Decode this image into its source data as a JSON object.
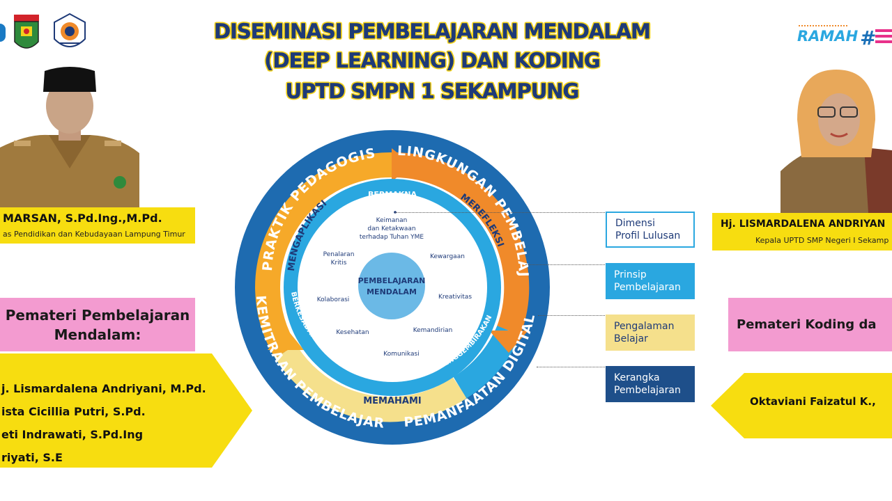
{
  "title": {
    "line1": "DISEMINASI PEMBELAJARAN MENDALAM",
    "line2": "(DEEP LEARNING) DAN KODING",
    "line3": "UPTD SMPN 1 SEKAMPUNG"
  },
  "logos": {
    "ramah": "RAMAH"
  },
  "left_person": {
    "name": "MARSAN, S.Pd.Ing.,M.Pd.",
    "role": "as Pendidikan dan Kebudayaan Lampung Timur"
  },
  "right_person": {
    "name": "Hj. LISMARDALENA ANDRIYAN",
    "role": "Kepala UPTD SMP Negeri I Sekamp"
  },
  "left_presenters": {
    "heading_line1": "Pemateri Pembelajaran",
    "heading_line2": "Mendalam:",
    "names": [
      "j. Lismardalena Andriyani, M.Pd.",
      "ista Cicillia Putri, S.Pd.",
      "eti Indrawati, S.Pd.Ing",
      "riyati, S.E"
    ]
  },
  "right_presenters": {
    "heading": "Pemateri Koding da",
    "names": [
      "Oktaviani Faizatul K., "
    ]
  },
  "diagram": {
    "outer": {
      "top_left": "PRAKTIK PEDAGOGIS",
      "top_right": "LINGKUNGAN PEMBELAJARAN",
      "bottom_left": "KEMITRAAN PEMBELAJARAN",
      "bottom_right": "PEMANFAATAN DIGITAL"
    },
    "middle": {
      "left": "MENGAPLIKASI",
      "right": "MEREFLEKSI",
      "bottom": "MEMAHAMI"
    },
    "inner_ring": {
      "top": "BERMAKNA",
      "left": "BERKESADARAN",
      "right": "MENGGEMBIRAKAN"
    },
    "center_line1": "PEMBELAJARAN",
    "center_line2": "MENDALAM",
    "dimensions": {
      "d1_line1": "Keimanan",
      "d1_line2": "dan Ketakwaan",
      "d1_line3": "terhadap Tuhan YME",
      "d2_line1": "Penalaran",
      "d2_line2": "Kritis",
      "d3": "Kewargaan",
      "d4": "Kolaborasi",
      "d5": "Kreativitas",
      "d6": "Kesehatan",
      "d7": "Kemandirian",
      "d8": "Komunikasi"
    },
    "legend": [
      {
        "line1": "Dimensi",
        "line2": "Profil Lulusan"
      },
      {
        "line1": "Prinsip",
        "line2": "Pembelajaran"
      },
      {
        "line1": "Pengalaman",
        "line2": "Belajar"
      },
      {
        "line1": "Kerangka",
        "line2": "Pembelajaran"
      }
    ]
  },
  "colors": {
    "navy": "#1e3a78",
    "ring_blue": "#1a70b8",
    "orange": "#f08a2a",
    "yellow": "#f7dd10",
    "pink": "#f39bd0"
  }
}
